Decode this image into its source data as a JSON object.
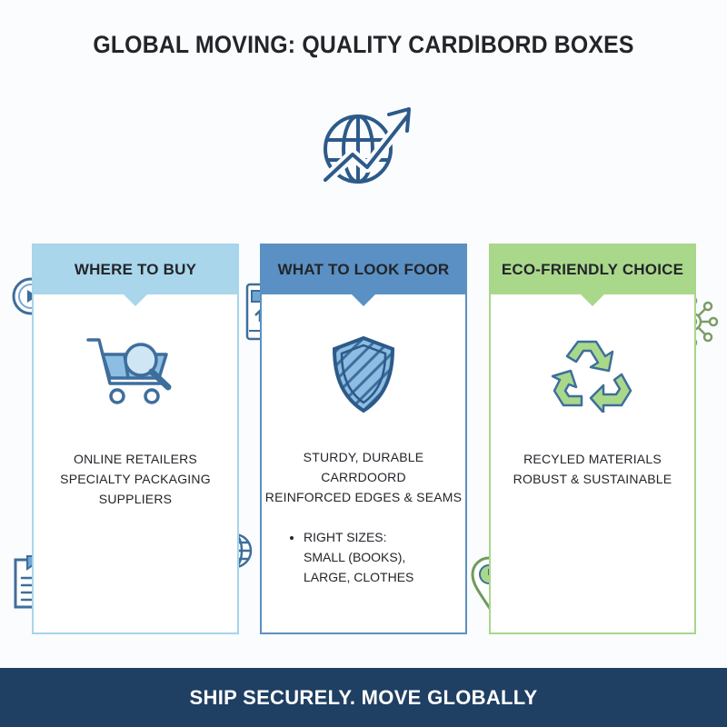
{
  "title": "GLOBAL MOVING: QUALITY CARDlBORD BOXES",
  "colors": {
    "accent_light_blue": "#a9d6ea",
    "accent_blue": "#5a90c3",
    "accent_green": "#aad88b",
    "footer_bg": "#1f3f63"
  },
  "icons": {
    "hero": "globe-trend-arrow-icon",
    "play": "play-button-icon",
    "document": "document-icon",
    "globe": "globe-icon",
    "phone": "mobile-device-icon",
    "network": "network-icon",
    "location": "location-pin-icon"
  },
  "cards": [
    {
      "heading": "WHERE TO BUY",
      "icon": "shopping-cart-search-icon",
      "lines": [
        "ONLINE RETAILERS",
        "SPECIALTY PACKAGING SUPPLIERS"
      ]
    },
    {
      "heading": "WHAT TO LOOK FOOR",
      "icon": "shield-icon",
      "lines": [
        "STURDY, DURABLE",
        "CARRDOORD",
        "REINFORCED EDGES & SEAMS"
      ],
      "bullet": [
        "RIGHT SIZES:",
        "SMALL (BOOKS),",
        "LARGE, CLOTHES"
      ]
    },
    {
      "heading": "ECO-FRIENDLY CHOICE",
      "icon": "recycle-icon",
      "lines": [
        "RECYLED MATERIALS",
        "ROBUST & SUSTAINABLE"
      ]
    }
  ],
  "footer": "SHIP SECURELY. MOVE GLOBALLY"
}
